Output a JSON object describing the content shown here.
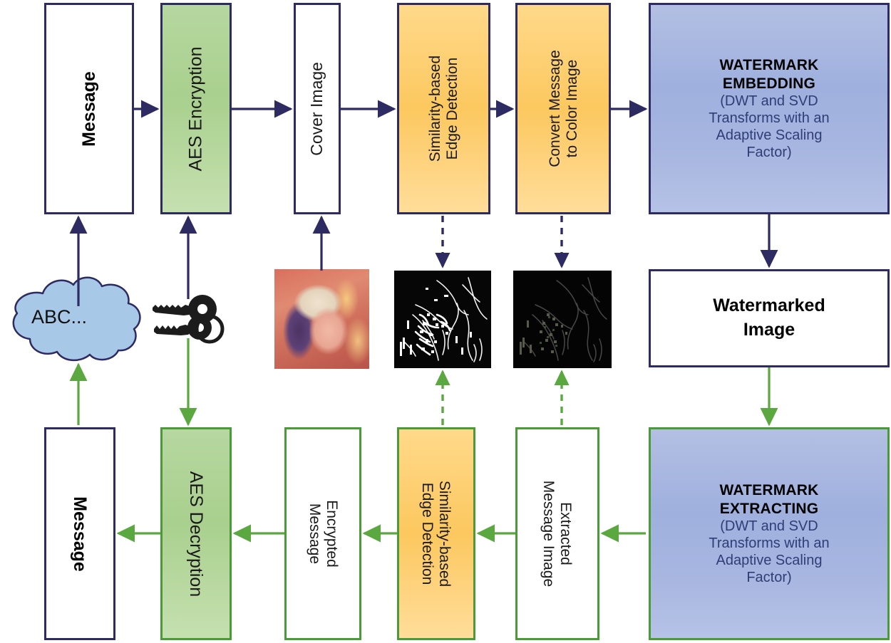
{
  "diagram": {
    "title": "Watermarking system block diagram",
    "colors": {
      "navy": "#2e2a62",
      "green": "#4a9b38",
      "orange_fill": "#fcc85f",
      "green_fill": "#a9d08e",
      "blue_fill": "#9fb0de",
      "cloud_fill": "#a8c8e8",
      "white": "#ffffff"
    },
    "embedding_flow": {
      "boxes": [
        {
          "id": "message-top",
          "label": "Message",
          "fill": "white",
          "border": "navy",
          "bold": true
        },
        {
          "id": "aes-encryption",
          "label": "AES Encryption",
          "fill": "green",
          "border": "navy",
          "bold": false
        },
        {
          "id": "cover-image",
          "label": "Cover Image",
          "fill": "white",
          "border": "navy",
          "bold": false
        },
        {
          "id": "similarity-edge-detection-top",
          "label_line1": "Similarity-based",
          "label_line2": "Edge Detection",
          "fill": "orange",
          "border": "navy",
          "bold": false
        },
        {
          "id": "convert-message-to-color-image",
          "label_line1": "Convert Message",
          "label_line2": "to Color Image",
          "fill": "orange",
          "border": "navy",
          "bold": false
        }
      ],
      "process_box": {
        "id": "watermark-embedding",
        "title_line1": "WATERMARK",
        "title_line2": "EMBEDDING",
        "subtitle_line1": "(DWT and SVD",
        "subtitle_line2": "Transforms with an",
        "subtitle_line3": "Adaptive Scaling",
        "subtitle_line4": "Factor)",
        "fill": "blue",
        "border": "navy"
      }
    },
    "watermarked_image_box": {
      "id": "watermarked-image",
      "label_line1": "Watermarked",
      "label_line2": "Image",
      "fill": "white",
      "border": "navy",
      "bold": true
    },
    "extraction_flow": {
      "process_box": {
        "id": "watermark-extracting",
        "title_line1": "WATERMARK",
        "title_line2": "EXTRACTING",
        "subtitle_line1": "(DWT and SVD",
        "subtitle_line2": "Transforms with an",
        "subtitle_line3": "Adaptive Scaling",
        "subtitle_line4": "Factor)",
        "fill": "blue",
        "border": "green"
      },
      "boxes": [
        {
          "id": "extracted-message-image",
          "label_line1": "Extracted",
          "label_line2": "Message Image",
          "fill": "white",
          "border": "green",
          "bold": false
        },
        {
          "id": "similarity-edge-detection-bottom",
          "label_line1": "Similarity-based",
          "label_line2": "Edge Detection",
          "fill": "orange",
          "border": "green",
          "bold": false
        },
        {
          "id": "encrypted-message",
          "label_line1": "Encrypted",
          "label_line2": "Message",
          "fill": "white",
          "border": "green",
          "bold": false
        },
        {
          "id": "aes-decryption",
          "label": "AES Decryption",
          "fill": "green",
          "border": "green",
          "bold": false
        },
        {
          "id": "message-bottom",
          "label": "Message",
          "fill": "white",
          "border": "navy",
          "bold": true
        }
      ]
    },
    "cloud": {
      "id": "abc-cloud",
      "label": "ABC..."
    },
    "key_icon": {
      "id": "keys-icon",
      "name": "keys-icon"
    },
    "thumbnails": [
      {
        "id": "cover-image-thumbnail",
        "name": "lena-cover-image-thumbnail",
        "caption": ""
      },
      {
        "id": "edge-map-thumbnail",
        "name": "edge-detection-result-thumbnail",
        "caption": ""
      },
      {
        "id": "color-message-thumbnail",
        "name": "color-message-image-thumbnail",
        "caption": ""
      }
    ]
  }
}
